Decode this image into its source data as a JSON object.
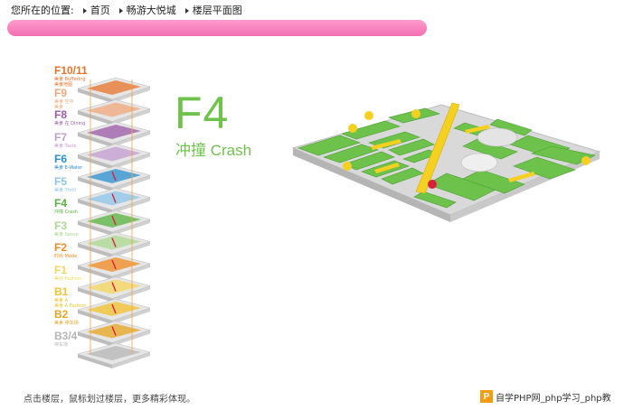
{
  "breadcrumb": {
    "prefix": "您所在的位置:",
    "items": [
      "首页",
      "畅游大悦城",
      "楼层平面图"
    ]
  },
  "floors": [
    {
      "label": "F10/11",
      "sub": "美食 Buffering\n美食地图",
      "color": "#e8732a"
    },
    {
      "label": "F9",
      "sub": "美食 空中\n美食",
      "color": "#f0a77a"
    },
    {
      "label": "F8",
      "sub": "美食 在 Dining",
      "color": "#9b5aa8"
    },
    {
      "label": "F7",
      "sub": "美食 Taste",
      "color": "#c49bd0"
    },
    {
      "label": "F6",
      "sub": "美食 E-Water",
      "color": "#2a8fd0"
    },
    {
      "label": "F5",
      "sub": "美食 Thrill",
      "color": "#8cc6ea"
    },
    {
      "label": "F4",
      "sub": "冲撞 Crash",
      "color": "#55b33e"
    },
    {
      "label": "F3",
      "sub": "美食 Sense",
      "color": "#a9d98f"
    },
    {
      "label": "F2",
      "sub": "时尚 Mode",
      "color": "#f08a1e"
    },
    {
      "label": "F1",
      "sub": "美好 Fashion",
      "color": "#f7d65a"
    },
    {
      "label": "B1",
      "sub": "美食 A\n美食 A Fashion",
      "color": "#f2c22c"
    },
    {
      "label": "B2",
      "sub": "美食 停车场",
      "color": "#e8a51e"
    },
    {
      "label": "B3/4",
      "sub": "停车场",
      "color": "#b5b5b5"
    }
  ],
  "current_floor": {
    "code": "F4",
    "name": "冲撞 Crash"
  },
  "colors": {
    "accent_green": "#6fc34a",
    "pink_bar": "#f26eb1",
    "escalator_yellow": "#f5d020"
  },
  "hint": "点击楼层，鼠标划过楼层，更多精彩体现。",
  "watermark": {
    "logo": "P",
    "text": "自学PHP网_php学习_php教"
  }
}
